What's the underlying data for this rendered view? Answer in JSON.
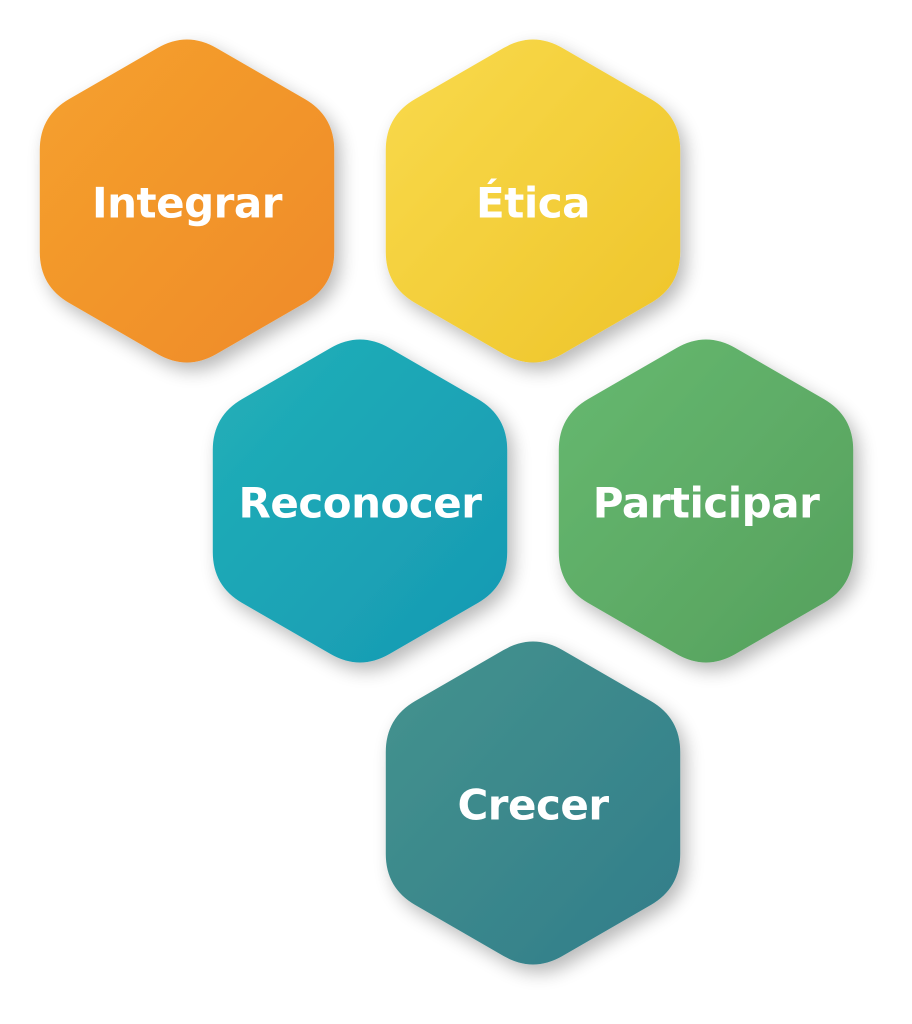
{
  "hexagons": [
    {
      "id": "integrar",
      "label": "Integrar",
      "color_start": "#F5A12E",
      "color_end": "#EF8A28"
    },
    {
      "id": "etica",
      "label": "Ética",
      "color_start": "#F9DA4C",
      "color_end": "#EEC42A"
    },
    {
      "id": "reconocer",
      "label": "Reconocer",
      "color_start": "#22B0B8",
      "color_end": "#1699B3"
    },
    {
      "id": "participar",
      "label": "Participar",
      "color_start": "#67B970",
      "color_end": "#55A05D"
    },
    {
      "id": "crecer",
      "label": "Crecer",
      "color_start": "#45938E",
      "color_end": "#317D8A"
    }
  ]
}
